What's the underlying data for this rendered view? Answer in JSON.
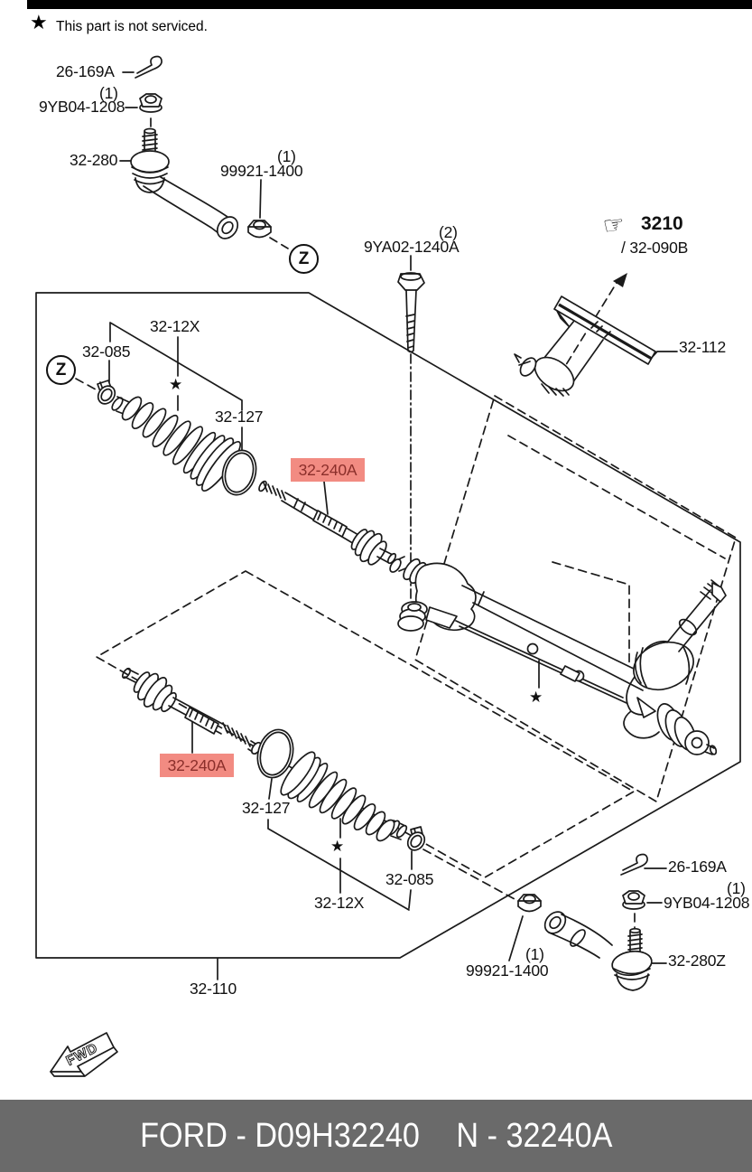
{
  "page": {
    "colors": {
      "line": "#1a1a1a",
      "highlight_bg": "#f28b82",
      "highlight_text": "#8b2f2b",
      "footer_bg": "#6a6a6a",
      "footer_text": "#ffffff",
      "top_bar": "#000000"
    }
  },
  "legend": {
    "star": "★",
    "text": "This part is not serviced."
  },
  "markers": {
    "z": "Z",
    "star": "★",
    "fwd": "FWD",
    "hand": "☞"
  },
  "callouts": {
    "cotter_pin_top": "26-169A",
    "qty1_top": "(1)",
    "nut_lock_top": "9YB04-1208",
    "outer_tie_rod_top": "32-280",
    "qty1_nut_top": "(1)",
    "nut_top": "99921-1400",
    "qty2_bolt": "(2)",
    "bolt": "9YA02-1240A",
    "ref_3210": "3210",
    "ref_32090b": "/ 32-090B",
    "cover": "32-112",
    "clamp_top": "32-085",
    "boot_kit_top": "32-12X",
    "oring_top": "32-127",
    "inner_tie_rod_top": "32-240A",
    "inner_tie_rod_bottom": "32-240A",
    "oring_bottom": "32-127",
    "boot_kit_bottom": "32-12X",
    "clamp_bottom": "32-085",
    "steering_gear": "32-110",
    "cotter_pin_bottom": "26-169A",
    "qty1_bottom": "(1)",
    "nut_lock_bottom": "9YB04-1208",
    "outer_tie_rod_bottom": "32-280Z",
    "qty1_nut_bottom": "(1)",
    "nut_bottom": "99921-1400"
  },
  "footer": {
    "catalog": "FORD - D09H32240",
    "part": "N - 32240A"
  }
}
